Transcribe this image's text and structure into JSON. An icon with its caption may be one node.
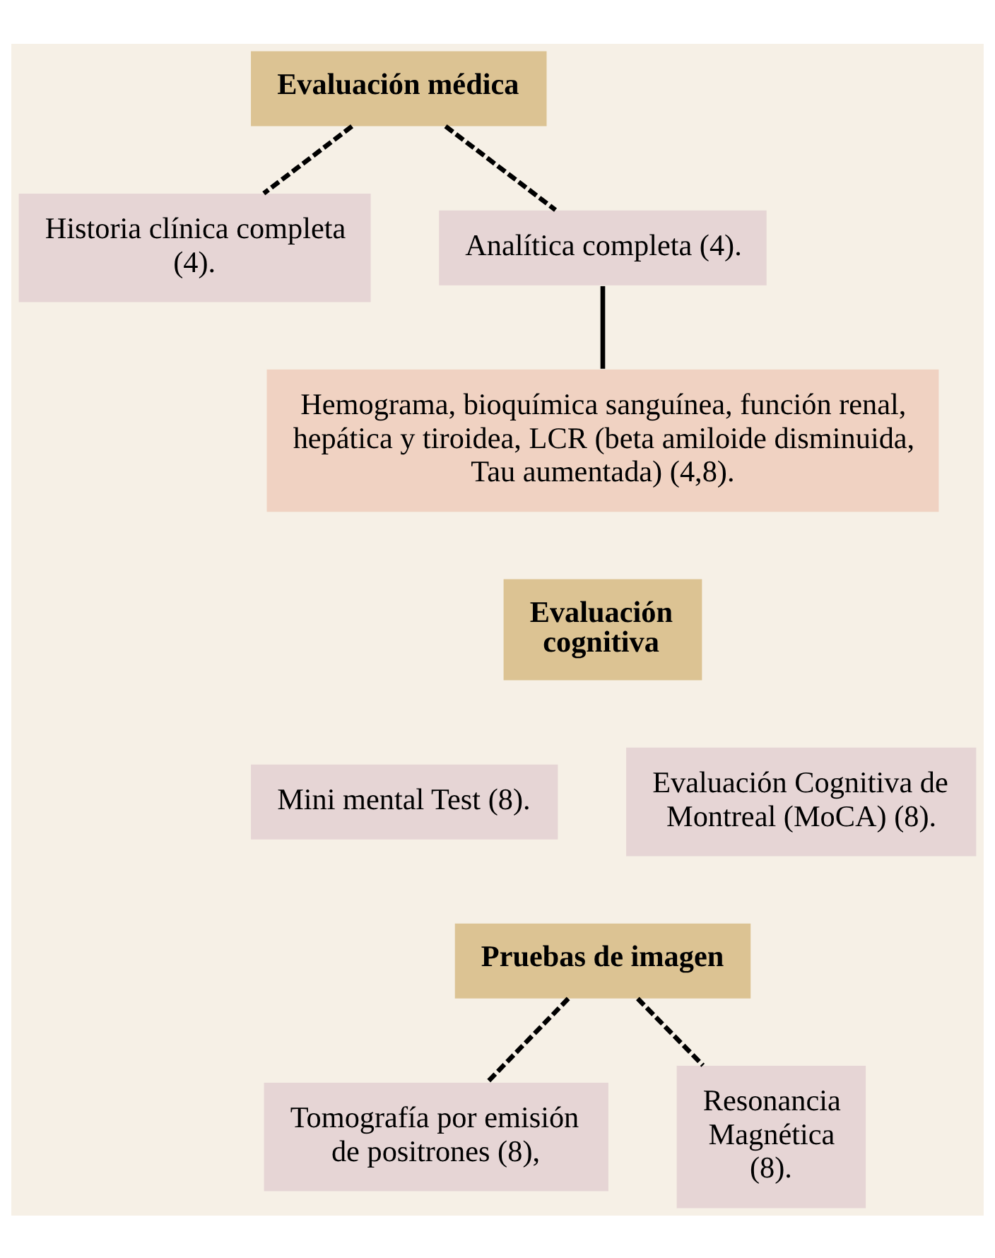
{
  "diagram": {
    "nodes": [
      {
        "text": [
          "Evaluación médica"
        ]
      },
      {
        "text": [
          "Historia clínica completa (4)."
        ]
      },
      {
        "text": [
          "Analítica completa (4)."
        ]
      },
      {
        "text": [
          "Hemograma, bioquímica sanguínea, función renal, hepática y tiroidea, LCR (beta amiloide disminuida, Tau aumentada) (4,8)."
        ]
      },
      {
        "text": [
          "Evaluación cognitiva"
        ]
      },
      {
        "text": [
          "Mini mental Test (8)."
        ]
      },
      {
        "text": [
          "Evaluación Cognitiva de Montreal (MoCA) (8)."
        ]
      },
      {
        "text": [
          "Pruebas de imagen"
        ]
      },
      {
        "text": [
          "Tomografía por emisión de positrones (8),"
        ]
      },
      {
        "text": [
          "Resonancia Magnética (8)."
        ]
      }
    ],
    "edges": [
      {
        "from": 0,
        "to": 1,
        "arrow": "none",
        "style": "dashed"
      },
      {
        "from": 0,
        "to": 2,
        "arrow": "none",
        "style": "dashed"
      },
      {
        "from": 2,
        "to": 3,
        "arrow": "none"
      },
      {
        "from": 7,
        "to": 8,
        "arrow": "none",
        "style": "dashed"
      },
      {
        "from": 7,
        "to": 9,
        "arrow": "none",
        "style": "dashed"
      }
    ]
  }
}
